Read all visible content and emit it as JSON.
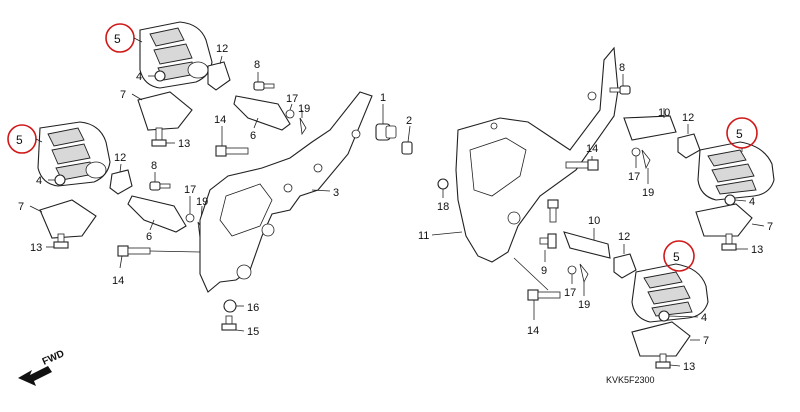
{
  "diagram": {
    "part_code": "KVK5F2300",
    "direction_label": "FWD",
    "highlight_color": "#d01818",
    "highlighted_part": "5",
    "left_callouts": {
      "c5a": "5",
      "c5b": "5",
      "c4a": "4",
      "c4b": "4",
      "c7a": "7",
      "c7b": "7",
      "c13a": "13",
      "c13b": "13",
      "c12a": "12",
      "c12b": "12",
      "c8a": "8",
      "c8b": "8",
      "c6a": "6",
      "c6b": "6",
      "c14a": "14",
      "c14b": "14",
      "c17a": "17",
      "c17b": "17",
      "c19a": "19",
      "c19b": "19",
      "c1": "1",
      "c2": "2",
      "c3": "3",
      "c16": "16",
      "c15": "15"
    },
    "right_callouts": {
      "c8": "8",
      "c10a": "10",
      "c10b": "10",
      "c12a": "12",
      "c12b": "12",
      "c5a": "5",
      "c5b": "5",
      "c14a": "14",
      "c14b": "14",
      "c17a": "17",
      "c17b": "17",
      "c19a": "19",
      "c19b": "19",
      "c4a": "4",
      "c4b": "4",
      "c7a": "7",
      "c7b": "7",
      "c13a": "13",
      "c13b": "13",
      "c18": "18",
      "c11": "11",
      "c9": "9"
    }
  }
}
